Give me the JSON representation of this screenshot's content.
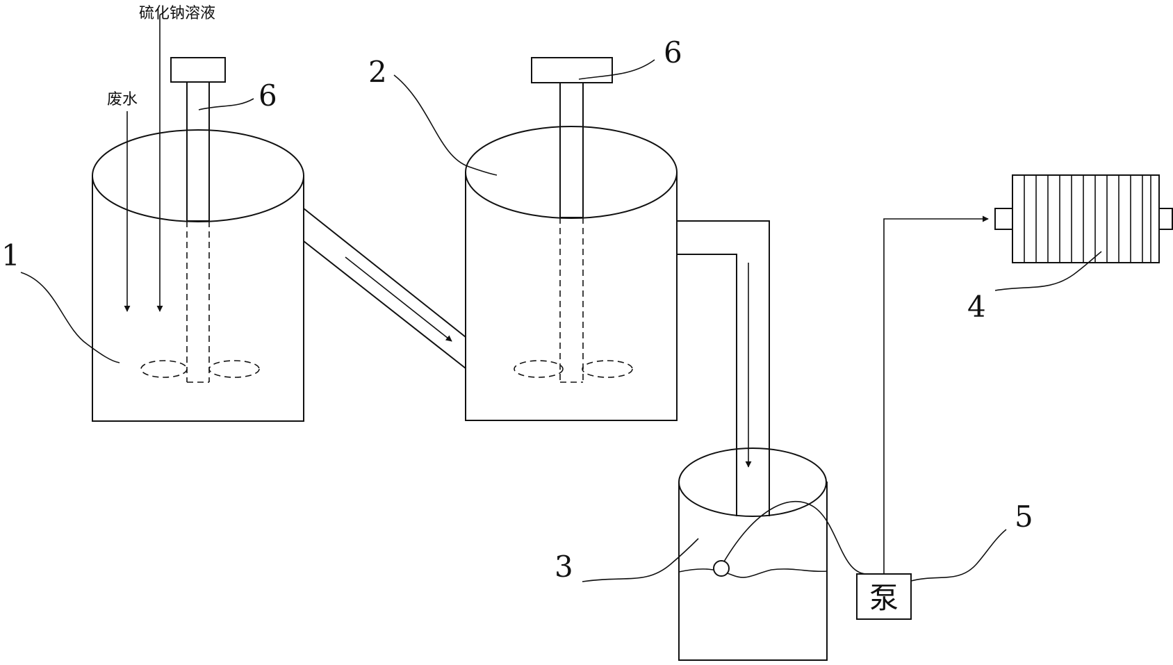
{
  "labels": {
    "sodium_sulfide_solution": "硫化钠溶液",
    "wastewater": "废水",
    "tank1": "1",
    "tank2": "2",
    "tank3": "3",
    "filter_press": "4",
    "pump_number": "5",
    "pump_text": "泵",
    "stirrer_left": "6",
    "stirrer_middle": "6"
  }
}
